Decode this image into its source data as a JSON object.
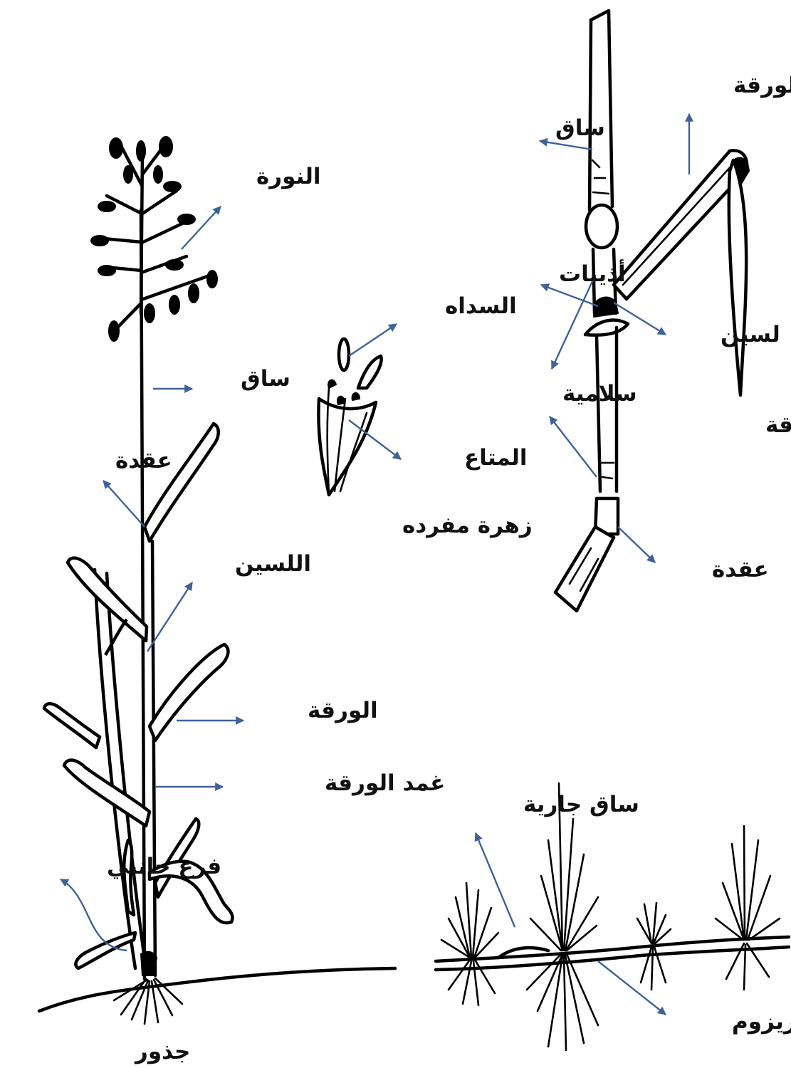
{
  "colors": {
    "ink": "#000000",
    "arrow": "#3f6296",
    "background": "#ffffff"
  },
  "plant": {
    "inflorescence": "النورة",
    "stem": "ساق",
    "node": "عقدة",
    "ligule": "اللسين",
    "leaf": "الورقة",
    "leaf_sheath": "غمد الورقة",
    "side_branch": "فرع جانبي",
    "roots": "جذور"
  },
  "flower": {
    "stigma": "السداه",
    "anther": "المتاع",
    "caption": "زهرة مفرده"
  },
  "stem_detail": {
    "blade": "نصل الورقة",
    "stem": "ساق",
    "auricles": "أذينات",
    "ligule": "لسين",
    "internode": "سلامية",
    "sheath": "غمد الورقة",
    "node": "عقدة"
  },
  "rhizome": {
    "stolon": "ساق جارية",
    "rhizome": "ريزوم"
  }
}
